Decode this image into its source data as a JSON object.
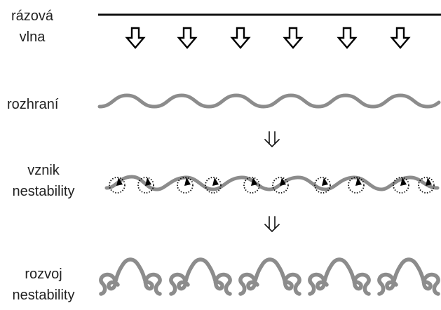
{
  "labels": {
    "shock_wave": [
      "rázová",
      "vlna"
    ],
    "interface": [
      "rozhraní"
    ],
    "instability_onset": [
      "vznik",
      "nestability"
    ],
    "instability_growth": [
      "rozvoj",
      "nestability"
    ]
  },
  "colors": {
    "text": "#222222",
    "shock_line": "#111111",
    "arrow": "#000000",
    "interface": "#8c8c8c",
    "background": "#ffffff"
  },
  "icons": {
    "shock_arrows": "hollow-down-arrow-icon",
    "step_arrows": "double-down-arrow-icon",
    "vortex_markers": "dotted-circle-vortex-icon",
    "rollup": "spiral-rollup-icon"
  }
}
